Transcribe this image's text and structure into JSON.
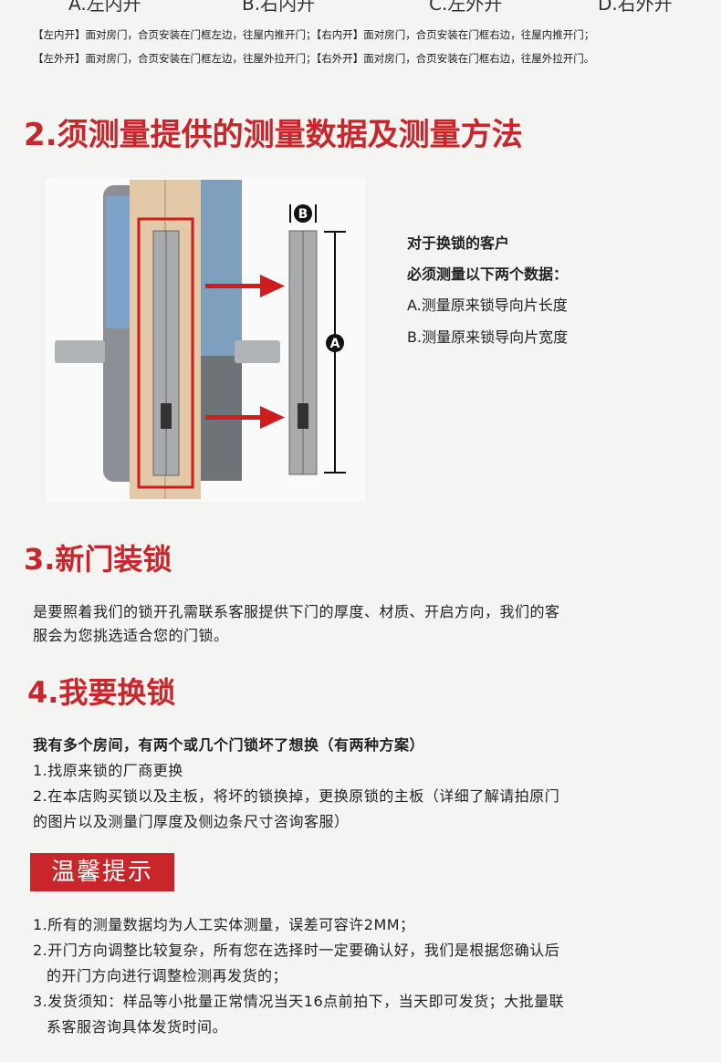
{
  "door_types": [
    "A.左内开",
    "B.右内开",
    "C.左外开",
    "D.右外开"
  ],
  "directions": [
    "【左内开】面对房门，合页安装在门框左边，往屋内推开门；【右内开】面对房门，合页安装在门框右边，往屋内推开门；",
    "【左外开】面对房门，合页安装在门框左边，往屋外拉开门；【右外开】面对房门，合页安装在门框右边，往屋外拉开门。"
  ],
  "section2": {
    "title": "2.须测量提供的测量数据及测量方法",
    "diagram": {
      "label_a": "A",
      "label_b": "B"
    },
    "notes": [
      "对于换锁的客户",
      "必须测量以下两个数据：",
      "A.测量原来锁导向片长度",
      "B.测量原来锁导向片宽度"
    ]
  },
  "section3": {
    "title": "3.新门装锁",
    "lines": [
      "是要照着我们的锁开孔需联系客服提供下门的厚度、材质、开启方向，我们的客",
      "服会为您挑选适合您的门锁。"
    ]
  },
  "section4": {
    "title": "4.我要换锁",
    "lines": [
      "我有多个房间，有两个或几个门锁坏了想换（有两种方案）",
      "1.找原来锁的厂商更换",
      "2.在本店购买锁以及主板，将坏的锁换掉，更换原锁的主板（详细了解请拍原门",
      "的图片以及测量门厚度及侧边条尺寸咨询客服）"
    ]
  },
  "tips": {
    "title": "温馨提示",
    "lines": [
      "1.所有的测量数据均为人工实体测量，误差可容许2MM；",
      "2.开门方向调整比较复杂，所有您在选择时一定要确认好，我们是根据您确认后",
      "的开门方向进行调整检测再发货的；",
      "3.发货须知：样品等小批量正常情况当天16点前拍下，当天即可发货；大批量联",
      "系客服咨询具体发货时间。"
    ]
  }
}
